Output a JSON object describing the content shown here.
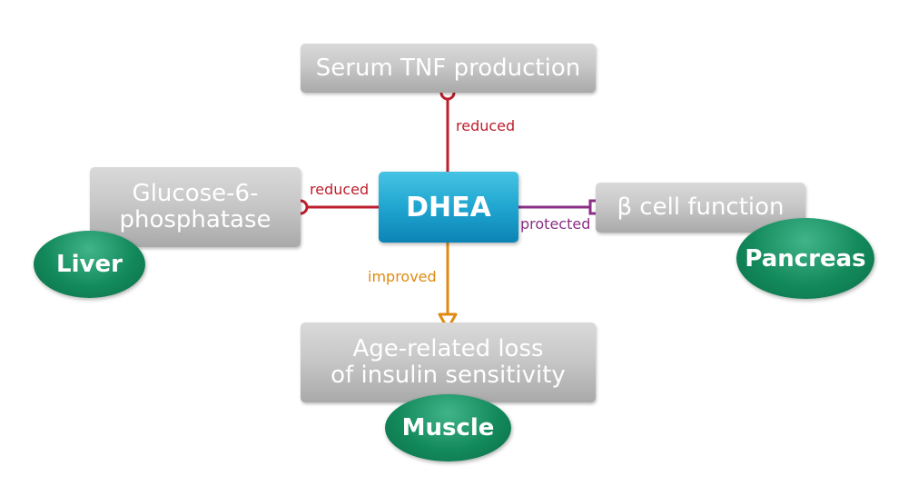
{
  "center": {
    "label": "DHEA"
  },
  "nodes": {
    "tnf": {
      "label": "Serum TNF production"
    },
    "g6p": {
      "line1": "Glucose-6-",
      "line2": "phosphatase"
    },
    "beta": {
      "label": "β cell function"
    },
    "insulin": {
      "line1": "Age-related loss",
      "line2": "of insulin sensitivity"
    }
  },
  "organs": {
    "liver": "Liver",
    "pancreas": "Pancreas",
    "muscle": "Muscle"
  },
  "edges": {
    "tnf": {
      "label": "reduced",
      "color": "#be1e2d"
    },
    "g6p": {
      "label": "reduced",
      "color": "#be1e2d"
    },
    "beta": {
      "label": "protected",
      "color": "#8a2f86"
    },
    "insulin": {
      "label": "improved",
      "color": "#e08a12"
    }
  }
}
